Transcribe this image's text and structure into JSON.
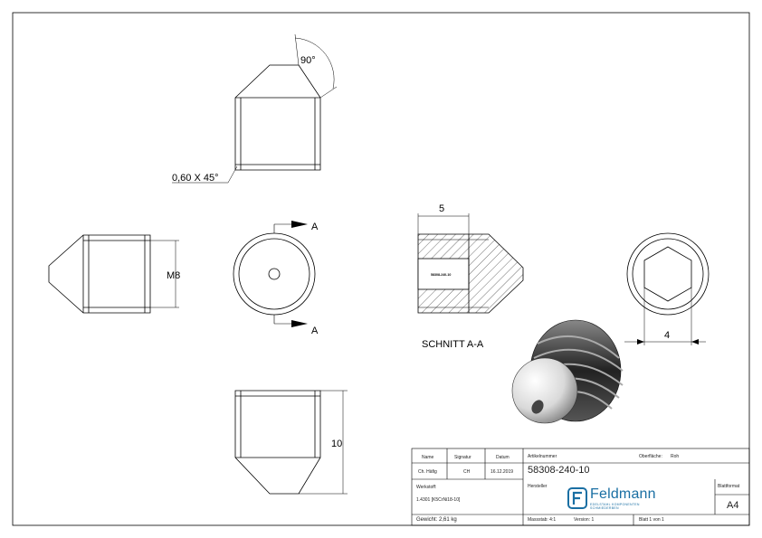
{
  "dimensions": {
    "angle": "90°",
    "chamfer": "0,60 X 45°",
    "thread": "M8",
    "section_marker": "A",
    "section_width": "5",
    "length": "10",
    "hex_size": "4",
    "part_marking": "58308-240-10"
  },
  "section": {
    "label": "SCHNITT A-A"
  },
  "title_block": {
    "name_label": "Name",
    "signature_label": "Signatur",
    "date_label": "Datum",
    "article_label": "Artikelnummer",
    "surface_label": "Oberfläche:",
    "surface_value": "Roh",
    "name_value": "Ch. Häfig",
    "signature_value": "CH",
    "date_value": "16.12.2019",
    "article_number": "58308-240-10",
    "material_label": "Werkstoff:",
    "material_value": "1.4301 [K5CrNi18-10]",
    "manufacturer_label": "Hersteller",
    "manufacturer_name": "Feldmann",
    "manufacturer_tagline": "EDELSTAHL KOMPONENTEN SCHMIEDERBEN",
    "format_label": "Blattformat",
    "format_value": "A4",
    "weight": "Gewicht: 2,61 kg",
    "scale": "Massstab: 4:1",
    "version": "Version: 1",
    "sheet": "Blatt 1 von 1"
  },
  "colors": {
    "line": "#000000",
    "hatch": "#333333",
    "logo": "#1a6fa3",
    "thread_dark": "#2b2b2b"
  }
}
